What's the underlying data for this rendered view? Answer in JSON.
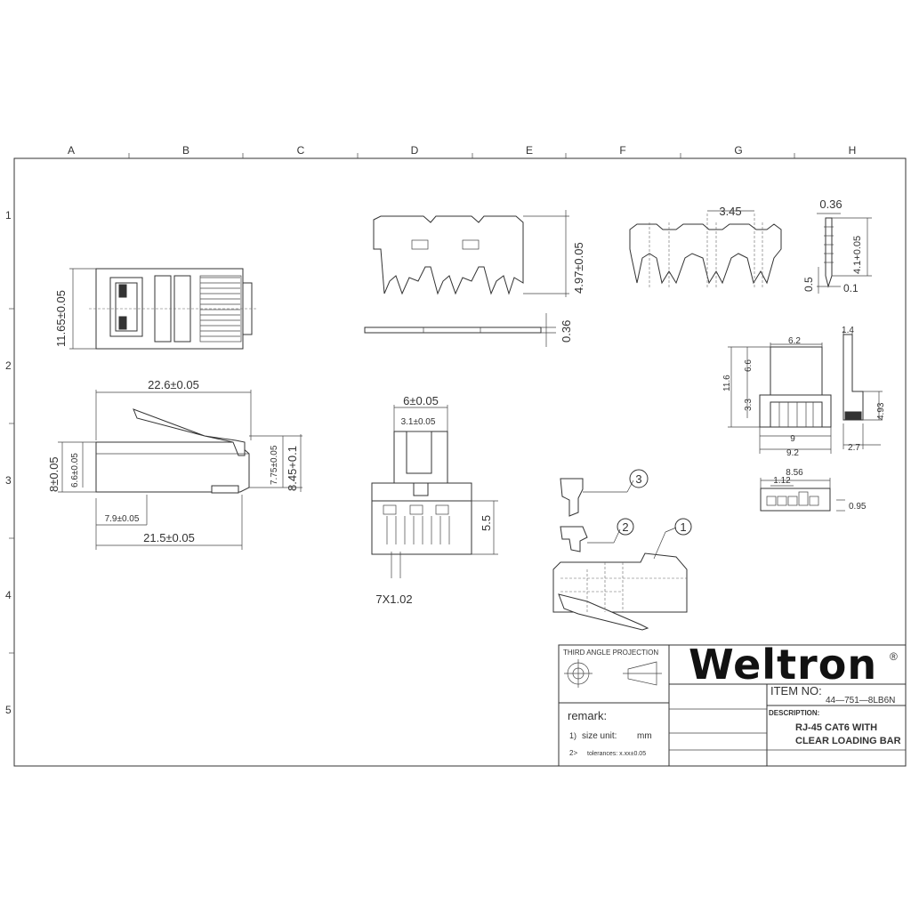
{
  "grid": {
    "columns": [
      "A",
      "B",
      "C",
      "D",
      "E",
      "F",
      "G",
      "H"
    ],
    "rows": [
      "1",
      "2",
      "3",
      "4",
      "5"
    ]
  },
  "dims": {
    "top_width": "22.6±0.05",
    "height_left": "11.65±0.05",
    "side_h1": "8±0.05",
    "side_h2": "6.6±0.05",
    "side_h3": "7.75±0.05",
    "side_h4": "8.45+0.1",
    "side_b1": "7.9±0.05",
    "side_b2": "21.5±0.05",
    "front_w1": "6±0.05",
    "front_w2": "3.1±0.05",
    "front_h": "5.5",
    "pitch": "7X1.02",
    "bar_h": "4.97±0.05",
    "bar_t": "0.36",
    "bar2_w": "3.45",
    "pin_t": "0.36",
    "pin_h": "4.1+0.05",
    "pin_a": "0.5",
    "pin_b": "0.1",
    "lb_w1": "6.2",
    "lb_t": "1.4",
    "lb_h1": "6.6",
    "lb_h2": "11.6",
    "lb_h3": "3.3",
    "lb_h4": "4.93",
    "lb_w2": "9",
    "lb_w3": "9.2",
    "lb_w4": "2.7",
    "lb_w5": "8.56",
    "lb_w6": "1.12",
    "lb_t2": "0.95"
  },
  "callouts": [
    "1",
    "2",
    "3"
  ],
  "title_block": {
    "projection": "THIRD ANGLE PROJECTION",
    "brand": "Weltron",
    "registered": "®",
    "item_label": "ITEM NO:",
    "item_no": "44—751—8LB6N",
    "desc_label": "DESCRIPTION:",
    "desc_line1": "RJ-45 CAT6 WITH",
    "desc_line2": "CLEAR LOADING BAR",
    "remark": "remark:",
    "remark1_num": "1)",
    "remark1": "size unit:",
    "remark1_val": "mm",
    "remark2_num": "2>",
    "remark2": "tolerances: x.xx±0.05"
  }
}
